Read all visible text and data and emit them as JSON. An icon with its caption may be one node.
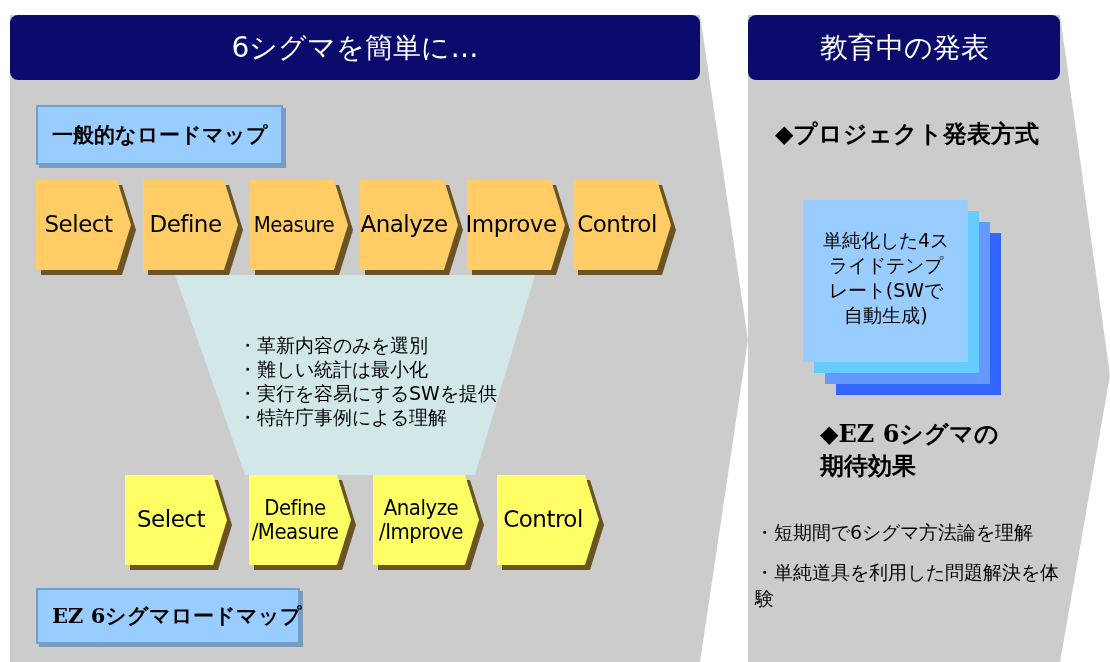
{
  "diagram": {
    "nodes": [
      {
        "text": [
          "6シグマを簡単に…"
        ]
      },
      {
        "text": [
          "一般的なロードマップ"
        ],
        "in": 0
      },
      {
        "text": [
          "Select"
        ],
        "in": 0
      },
      {
        "text": [
          "Define"
        ],
        "in": 0
      },
      {
        "text": [
          "Measure"
        ],
        "in": 0
      },
      {
        "text": [
          "Analyze"
        ],
        "in": 0
      },
      {
        "text": [
          "Improve"
        ],
        "in": 0
      },
      {
        "text": [
          "Control"
        ],
        "in": 0
      },
      {
        "text": [
          "・革新内容のみを選別",
          "・難しい統計は最小化",
          "・実行を容易にするSWを提供",
          "・特許庁事例による理解"
        ],
        "in": 0
      },
      {
        "text": [
          "Select"
        ],
        "in": 0
      },
      {
        "text": [
          "Define /Measure"
        ],
        "in": 0
      },
      {
        "text": [
          "Analyze /Improve"
        ],
        "in": 0
      },
      {
        "text": [
          "Control"
        ],
        "in": 0
      },
      {
        "text": [
          "EZ 6シグマロードマップ"
        ],
        "in": 0
      },
      {
        "text": [
          "教育中の発表"
        ]
      },
      {
        "text": [
          "単純化した4スライドテンプレート(SWで自動生成)"
        ],
        "in": 14
      }
    ],
    "labels": [
      "◆プロジェクト発表方式",
      "◆EZ 6シグマの期待効果",
      "・短期間で6シグマ方法論を理解",
      "・単純道具を利用した問題解決を体験"
    ]
  }
}
